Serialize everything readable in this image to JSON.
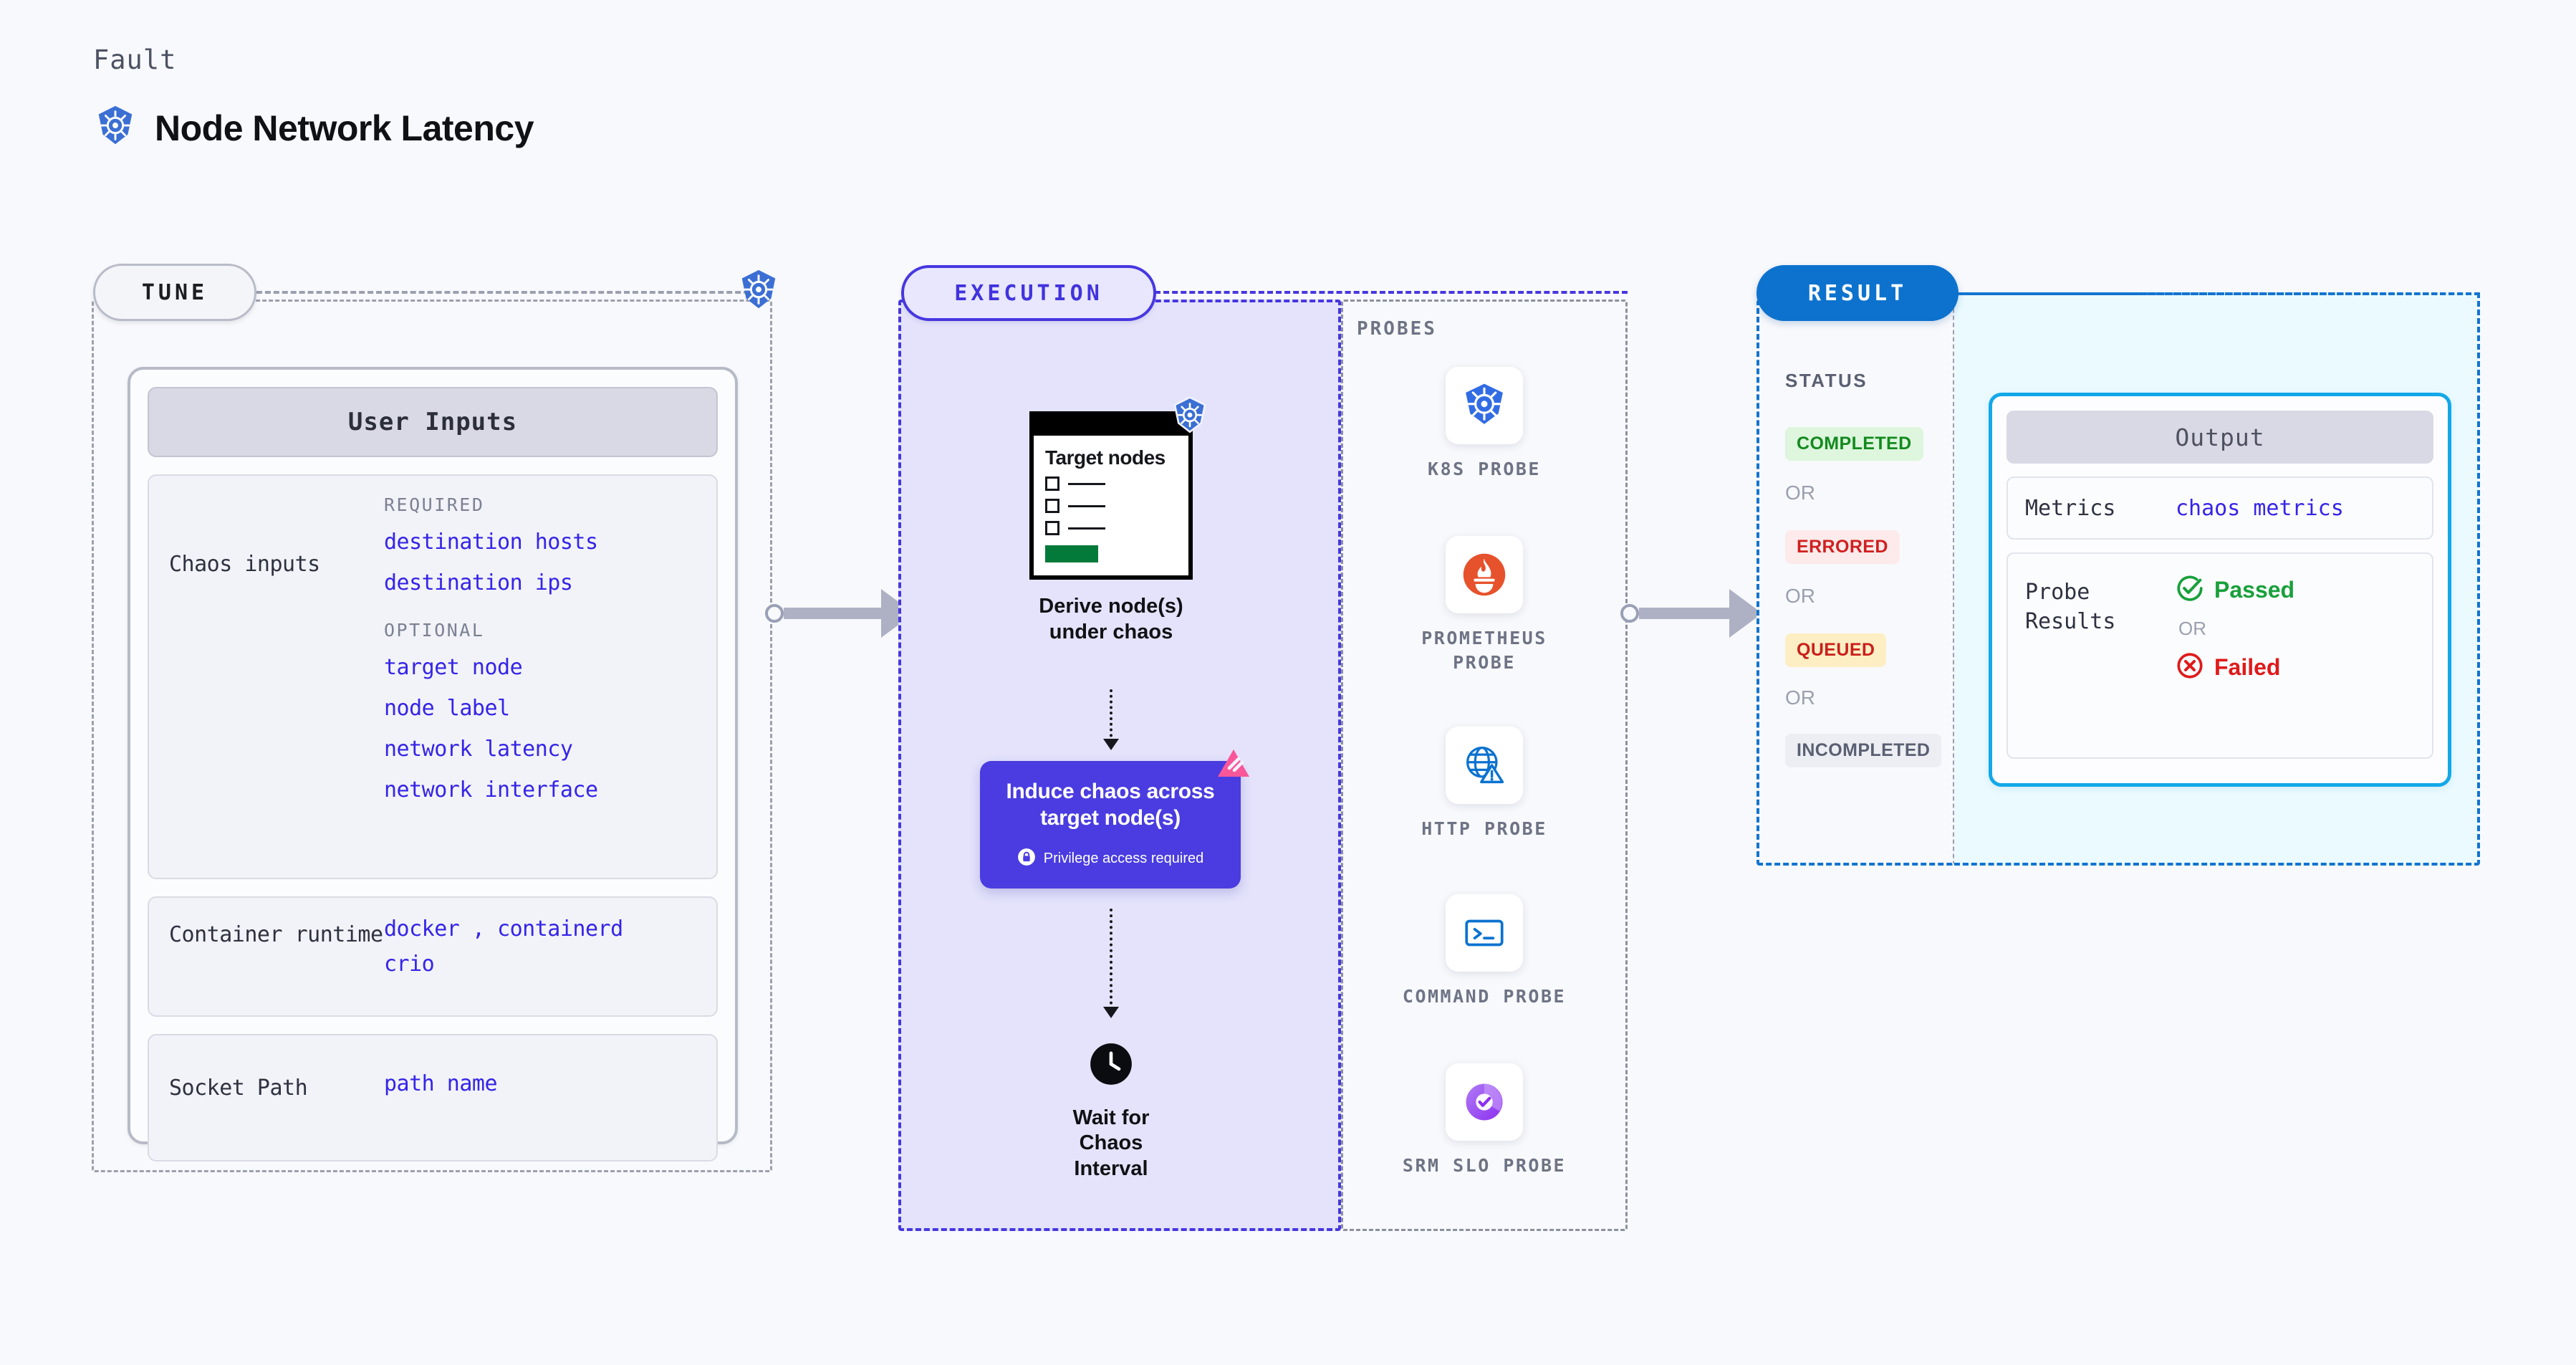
{
  "header": {
    "kicker": "Fault",
    "title": "Node Network Latency",
    "icon": "kubernetes-icon"
  },
  "tune": {
    "badge": "TUNE",
    "k8s_icon": "kubernetes-icon",
    "card_title": "User Inputs",
    "sections": [
      {
        "label": "Chaos inputs",
        "groups": [
          {
            "title": "REQUIRED",
            "values": [
              "destination hosts",
              "destination ips"
            ]
          },
          {
            "title": "OPTIONAL",
            "values": [
              "target node",
              "node label",
              "network latency",
              "network interface"
            ]
          }
        ]
      },
      {
        "label": "Container runtime",
        "values": [
          "docker",
          "containerd",
          "crio"
        ],
        "separator": ","
      },
      {
        "label": "Socket Path",
        "values": [
          "path name"
        ]
      }
    ]
  },
  "execution": {
    "badge": "EXECUTION",
    "steps": [
      {
        "caption": "Derive node(s) under chaos",
        "icon": "node-list-window-icon",
        "window_title": "Target nodes"
      },
      {
        "caption": "Induce chaos across target node(s)",
        "note": "Privilege access required",
        "note_icon": "lock-icon",
        "badge_icon": "litmus-icon"
      },
      {
        "caption": "Wait for Chaos Interval",
        "icon": "clock-icon"
      }
    ],
    "probes_label": "PROBES",
    "probes": [
      {
        "name": "K8S PROBE",
        "icon": "kubernetes-icon"
      },
      {
        "name": "PROMETHEUS PROBE",
        "icon": "prometheus-icon"
      },
      {
        "name": "HTTP PROBE",
        "icon": "http-globe-warning-icon"
      },
      {
        "name": "COMMAND PROBE",
        "icon": "terminal-icon"
      },
      {
        "name": "SRM SLO PROBE",
        "icon": "srm-slo-icon"
      }
    ]
  },
  "result": {
    "badge": "RESULT",
    "status_label": "STATUS",
    "or_label": "OR",
    "statuses": [
      {
        "label": "COMPLETED",
        "bg": "#ddf6dd",
        "fg": "#138a1e"
      },
      {
        "label": "ERRORED",
        "bg": "#fdeaea",
        "fg": "#d02020"
      },
      {
        "label": "QUEUED",
        "bg": "#fdeec4",
        "fg": "#c9201b"
      },
      {
        "label": "INCOMPLETED",
        "bg": "#edeef4",
        "fg": "#5a6072"
      }
    ],
    "output": {
      "title": "Output",
      "metrics_label": "Metrics",
      "metrics_value": "chaos metrics",
      "probe_results_label": "Probe Results",
      "passed": "Passed",
      "failed": "Failed",
      "or_label": "OR",
      "passed_icon": "check-circle-icon",
      "failed_icon": "x-circle-icon"
    }
  },
  "colors": {
    "accent_purple": "#4a3ce0",
    "accent_blue": "#0d72ce",
    "value_blue": "#3524e8",
    "pass_green": "#18a03a",
    "fail_red": "#e01a1a",
    "page_bg": "#f8f9fc"
  }
}
